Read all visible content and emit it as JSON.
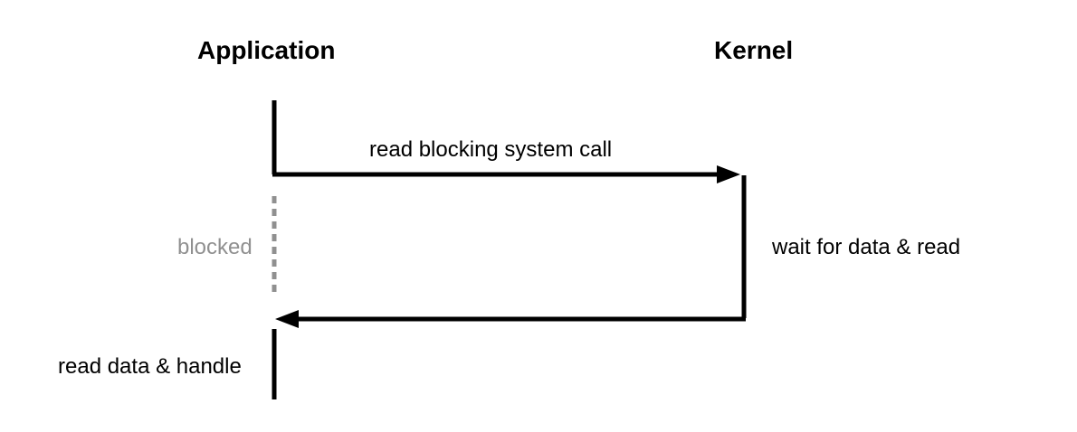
{
  "lanes": {
    "application": "Application",
    "kernel": "Kernel"
  },
  "steps": {
    "syscall": "read blocking system call",
    "blocked": "blocked",
    "kernel_work": "wait for data & read",
    "handle": "read data & handle"
  },
  "colors": {
    "line": "#000000",
    "blocked": "#909090"
  }
}
